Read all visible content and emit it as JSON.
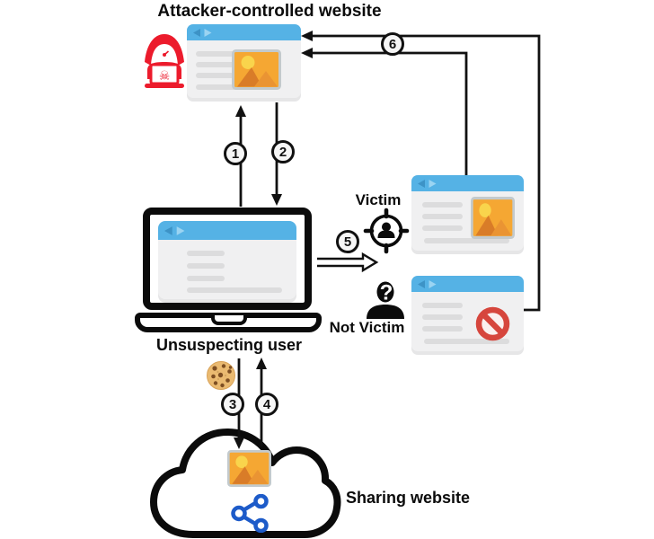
{
  "figure": {
    "title": "Attacker-controlled website",
    "labels": {
      "user": "Unsuspecting user",
      "victim": "Victim",
      "not_victim": "Not Victim",
      "sharing": "Sharing website"
    },
    "steps": {
      "s1": "1",
      "s2": "2",
      "s3": "3",
      "s4": "4",
      "s5": "5",
      "s6": "6"
    },
    "icons": {
      "hacker": "red hooded attacker at laptop with skull",
      "browser_nav": "back-forward arrows",
      "image": "photo placeholder with sun and mountains",
      "target_victim": "crosshair target around person",
      "unknown_person": "person silhouette with question mark",
      "blocked": "red prohibition sign",
      "cookie": "chocolate-chip cookie",
      "share": "share nodes",
      "cloud": "cloud outline",
      "laptop": "laptop outline"
    },
    "colors": {
      "browser_bar_blue": "#55b2e5",
      "hacker_red": "#ec1b2c",
      "block_red": "#d6463d",
      "share_blue": "#1d5bc9",
      "image_orange": "#f5a733",
      "line_black": "#111111"
    }
  }
}
